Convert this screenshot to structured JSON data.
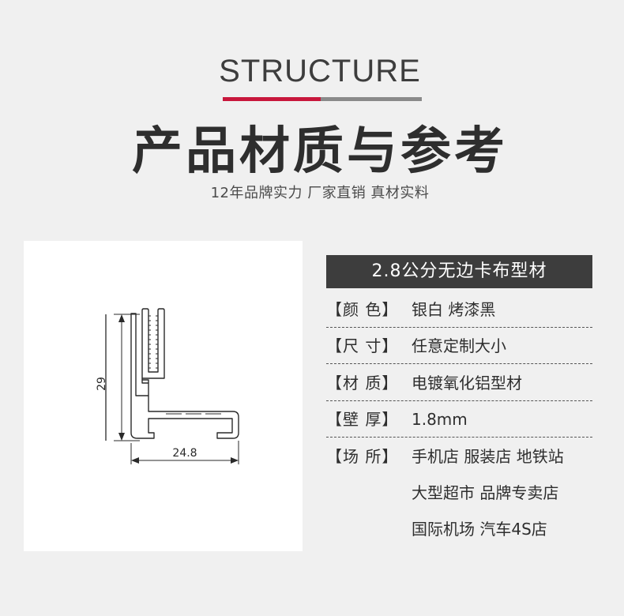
{
  "header": {
    "title_en": "STRUCTURE",
    "title_cn": "产品材质与参考",
    "tagline": "12年品牌实力 厂家直销 真材实料"
  },
  "colors": {
    "accent": "#c8173c",
    "bar": "#3d3d3d",
    "background": "#f0f0f0"
  },
  "diagram": {
    "height_label": "29",
    "width_label": "24.8"
  },
  "spec": {
    "title": "2.8公分无边卡布型材",
    "rows": [
      {
        "label": "【颜 色】",
        "value": "银白 烤漆黑"
      },
      {
        "label": "【尺 寸】",
        "value": "任意定制大小"
      },
      {
        "label": "【材 质】",
        "value": "电镀氧化铝型材"
      },
      {
        "label": "【壁 厚】",
        "value": "1.8mm"
      },
      {
        "label": "【场 所】",
        "value": "手机店 服装店 地铁站"
      }
    ],
    "extra_lines": [
      "大型超市 品牌专卖店",
      "国际机场 汽车4S店"
    ]
  }
}
